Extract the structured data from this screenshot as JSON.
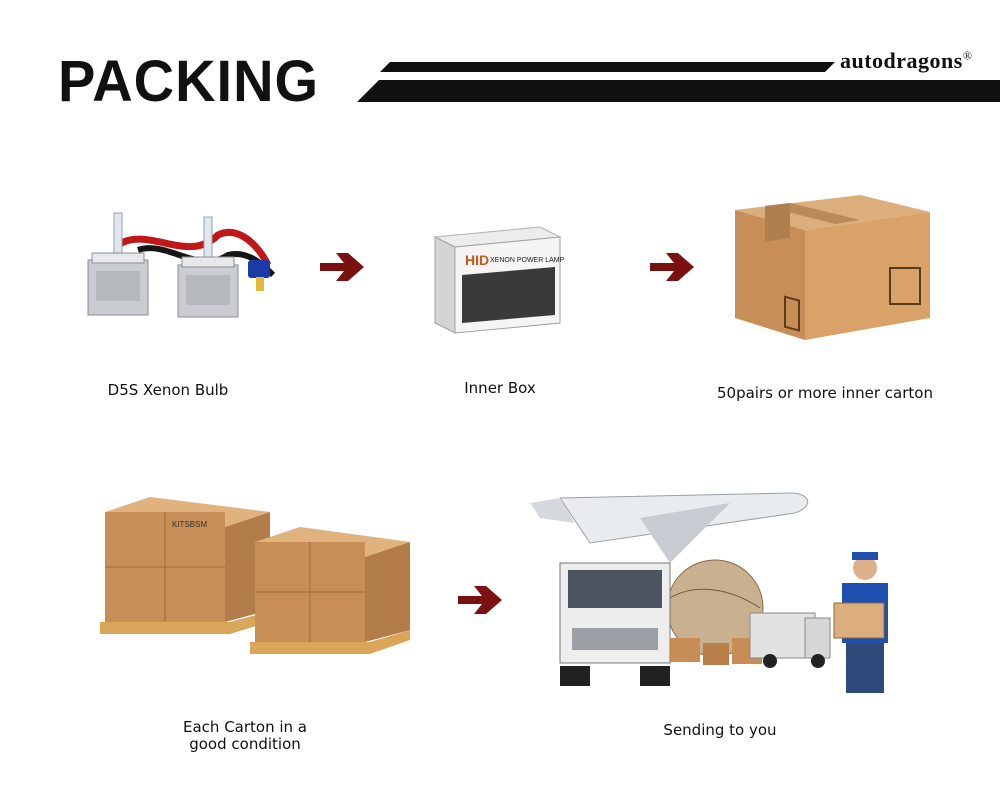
{
  "header": {
    "title": "PACKING",
    "brand": "autodragons",
    "brand_mark": "®"
  },
  "steps": [
    {
      "caption": "D5S Xenon Bulb"
    },
    {
      "caption": "Inner Box"
    },
    {
      "caption": "50pairs or more inner carton"
    },
    {
      "caption_line1": "Each Carton in a",
      "caption_line2": "good condition"
    },
    {
      "caption": "Sending to you"
    }
  ],
  "inner_box_print": {
    "logo": "HID",
    "label": "XENON POWER LAMP"
  },
  "carton_print": {
    "brand": "KITSBSM"
  },
  "colors": {
    "arrow": "#7a1010",
    "cardboard": "#c9925c",
    "pallet": "#d9a65a",
    "black": "#111111"
  }
}
